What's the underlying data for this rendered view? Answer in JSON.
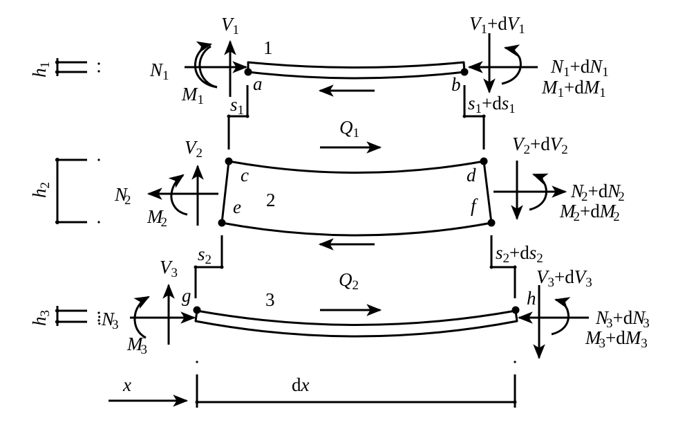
{
  "figure": {
    "description": "Free-body diagram of a differential element of a three-layer partially interacting composite beam",
    "colors": {
      "stroke": "#000000",
      "background": "#ffffff"
    },
    "layers": [
      {
        "id": "1",
        "label": "1",
        "thickness_label": {
          "sym": "h",
          "sub": "1"
        }
      },
      {
        "id": "2",
        "label": "2",
        "thickness_label": {
          "sym": "h",
          "sub": "2"
        }
      },
      {
        "id": "3",
        "label": "3",
        "thickness_label": {
          "sym": "h",
          "sub": "3"
        }
      }
    ],
    "points": [
      "a",
      "b",
      "c",
      "d",
      "e",
      "f",
      "g",
      "h"
    ],
    "left_forces": {
      "V1": {
        "sym": "V",
        "sub": "1"
      },
      "N1": {
        "sym": "N",
        "sub": "1"
      },
      "M1": {
        "sym": "M",
        "sub": "1"
      },
      "V2": {
        "sym": "V",
        "sub": "2"
      },
      "N2": {
        "sym": "N",
        "sub": "2"
      },
      "M2": {
        "sym": "M",
        "sub": "2"
      },
      "V3": {
        "sym": "V",
        "sub": "3"
      },
      "N3": {
        "sym": "N",
        "sub": "3"
      },
      "M3": {
        "sym": "M",
        "sub": "3"
      }
    },
    "right_forces": {
      "V1": {
        "sym": "V",
        "sub": "1",
        "plus": "+d",
        "sym2": "V",
        "sub2": "1"
      },
      "N1": {
        "sym": "N",
        "sub": "1",
        "plus": "+d",
        "sym2": "N",
        "sub2": "1"
      },
      "M1": {
        "sym": "M",
        "sub": "1",
        "plus": "+d",
        "sym2": "M",
        "sub2": "1"
      },
      "V2": {
        "sym": "V",
        "sub": "2",
        "plus": "+d",
        "sym2": "V",
        "sub2": "2"
      },
      "N2": {
        "sym": "N",
        "sub": "2",
        "plus": "+d",
        "sym2": "N",
        "sub2": "2"
      },
      "M2": {
        "sym": "M",
        "sub": "2",
        "plus": "+d",
        "sym2": "M",
        "sub2": "2"
      },
      "V3": {
        "sym": "V",
        "sub": "3",
        "plus": "+d",
        "sym2": "V",
        "sub2": "3"
      },
      "N3": {
        "sym": "N",
        "sub": "3",
        "plus": "+d",
        "sym2": "N",
        "sub2": "3"
      },
      "M3": {
        "sym": "M",
        "sub": "3",
        "plus": "+d",
        "sym2": "M",
        "sub2": "3"
      }
    },
    "slips": {
      "s1": {
        "sym": "s",
        "sub": "1"
      },
      "s1_right": {
        "sym": "s",
        "sub": "1",
        "plus": "+d",
        "sym2": "s",
        "sub2": "1"
      },
      "s2": {
        "sym": "s",
        "sub": "2"
      },
      "s2_right": {
        "sym": "s",
        "sub": "2",
        "plus": "+d",
        "sym2": "s",
        "sub2": "2"
      }
    },
    "shear_flows": {
      "Q1": {
        "sym": "Q",
        "sub": "1"
      },
      "Q2": {
        "sym": "Q",
        "sub": "2"
      }
    },
    "axis": {
      "x_label": "x",
      "dx_label": {
        "d": "d",
        "x": "x"
      }
    },
    "colon_mark": ":"
  }
}
